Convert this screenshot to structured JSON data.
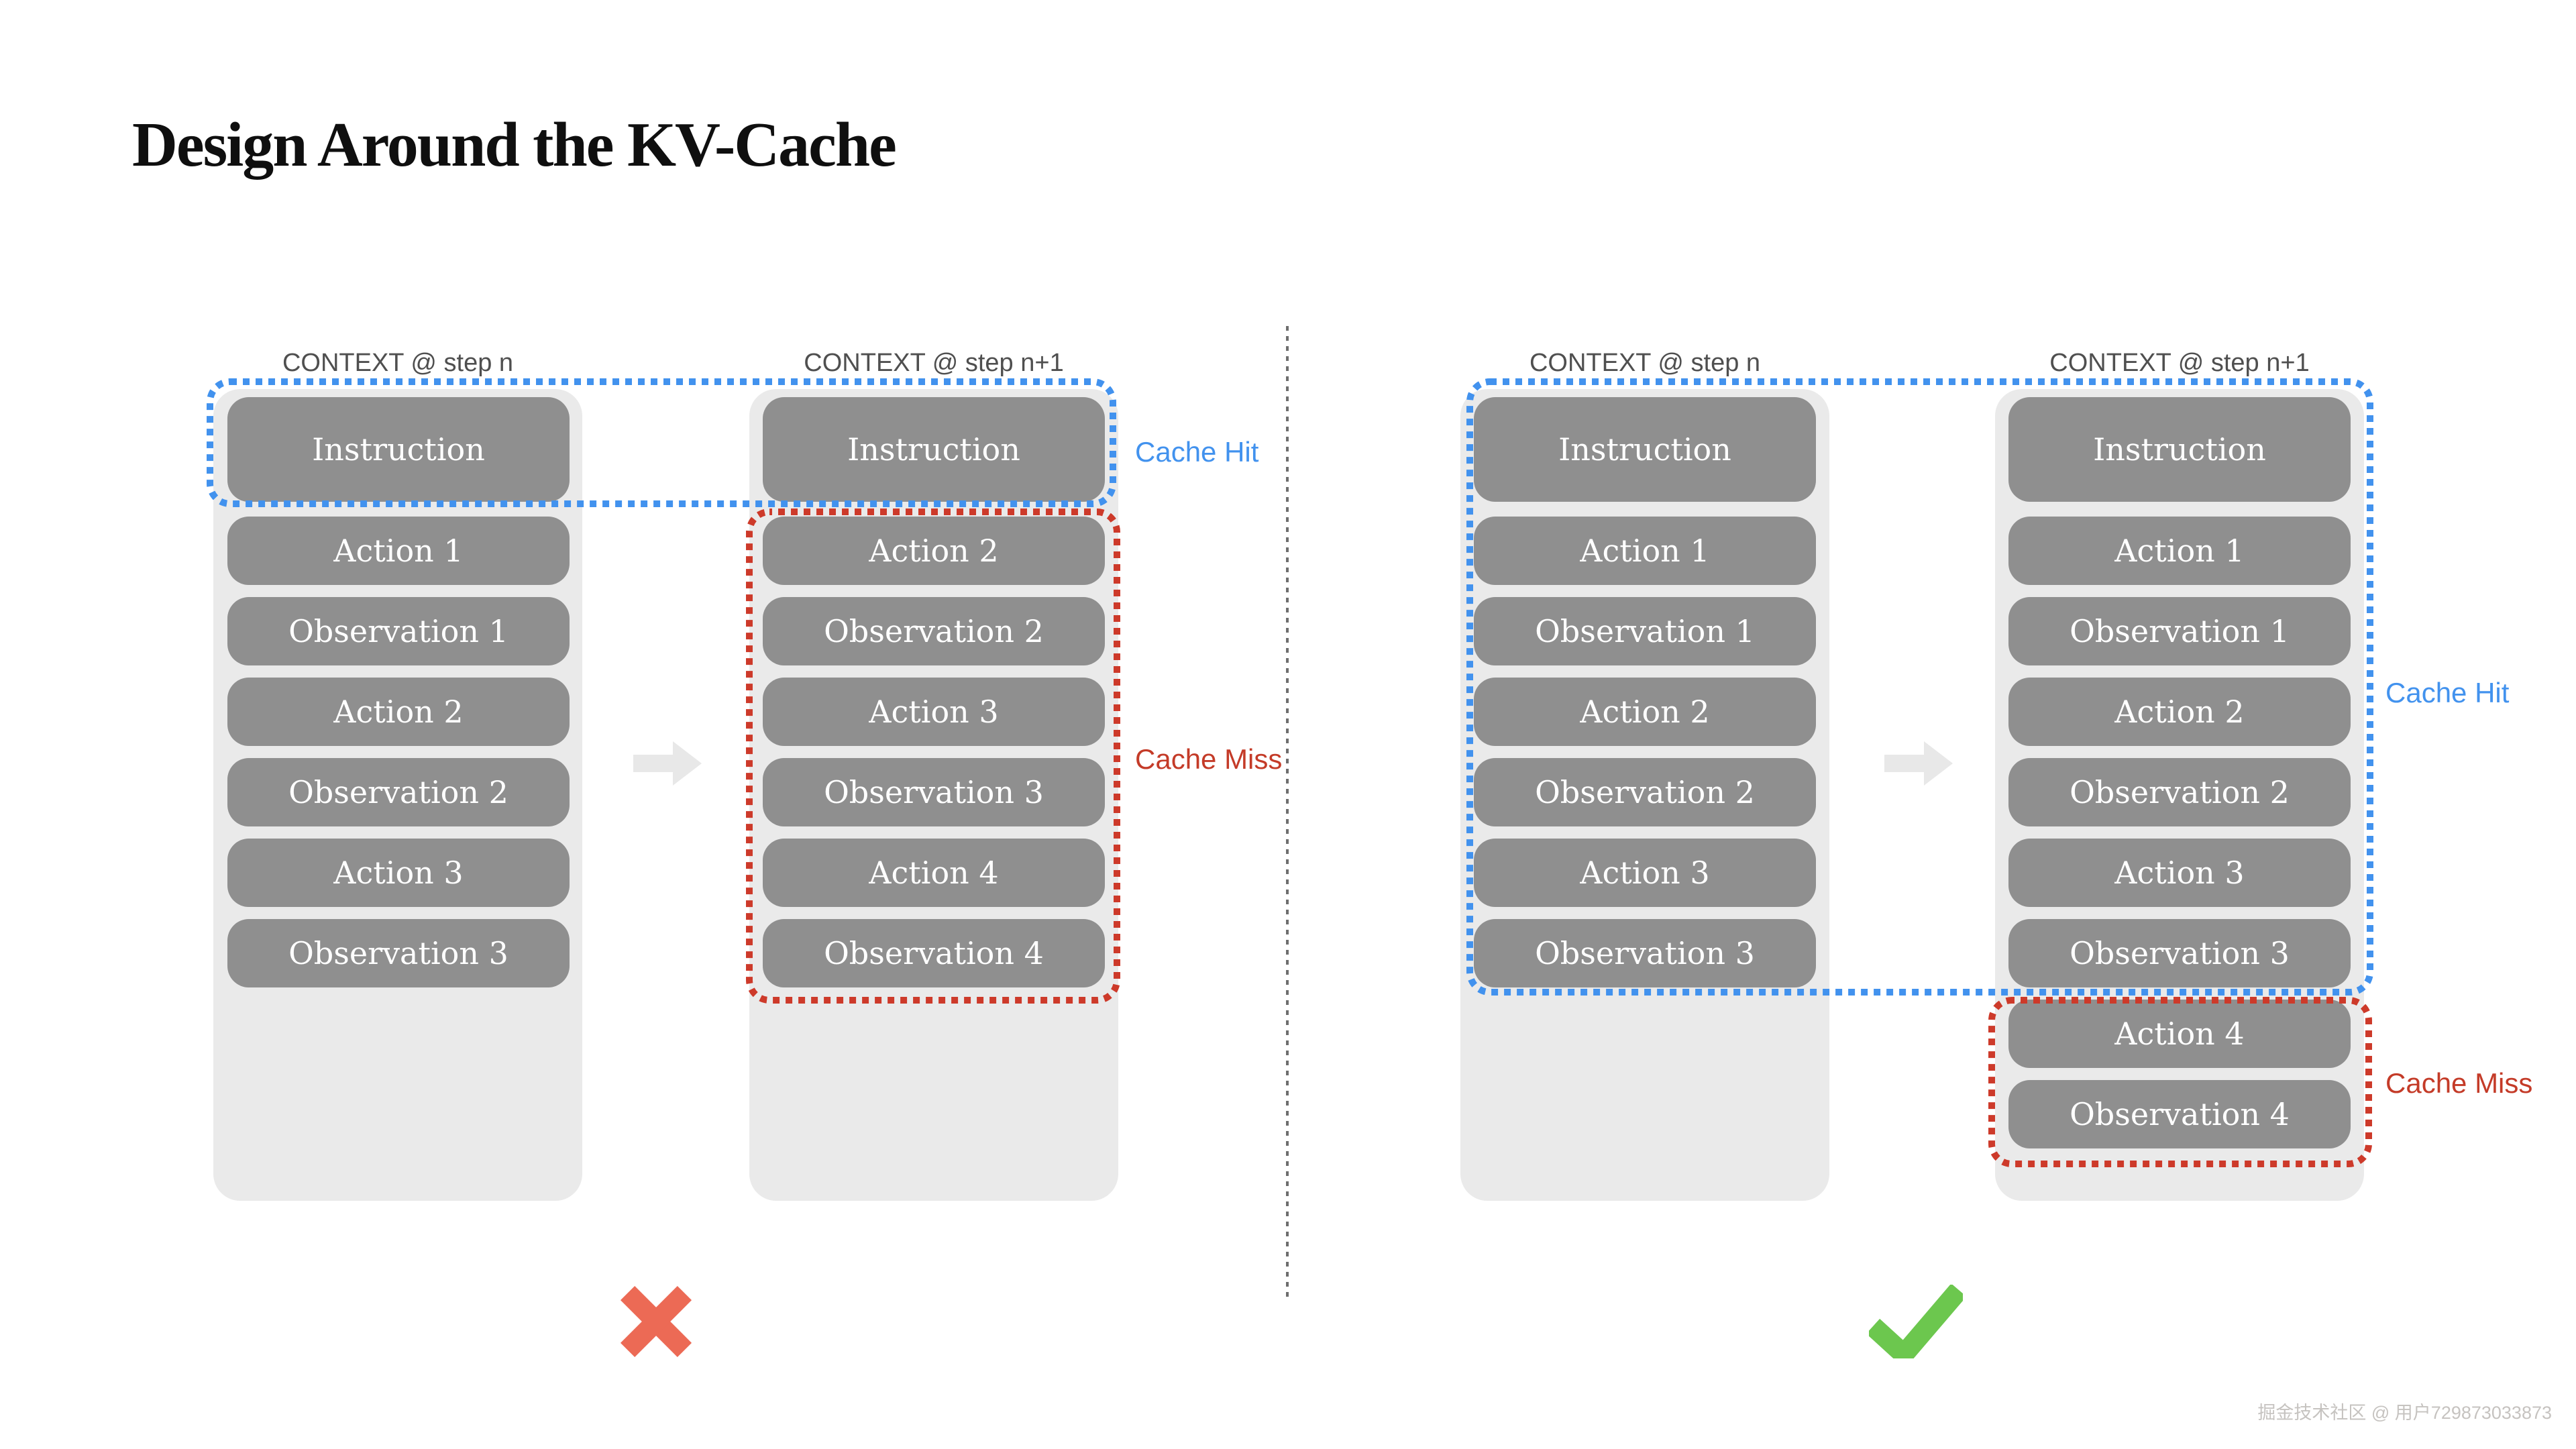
{
  "title": "Design Around the KV-Cache",
  "panels": {
    "left": {
      "verdict": "wrong",
      "col1": {
        "header": "CONTEXT @ step n",
        "items": [
          "Instruction",
          "Action 1",
          "Observation 1",
          "Action 2",
          "Observation 2",
          "Action 3",
          "Observation 3"
        ]
      },
      "col2": {
        "header": "CONTEXT @ step n+1",
        "items": [
          "Instruction",
          "Action 2",
          "Observation 2",
          "Action 3",
          "Observation 3",
          "Action 4",
          "Observation 4"
        ]
      },
      "cache_hit": "Cache Hit",
      "cache_miss": "Cache Miss"
    },
    "right": {
      "verdict": "correct",
      "col1": {
        "header": "CONTEXT @ step n",
        "items": [
          "Instruction",
          "Action 1",
          "Observation 1",
          "Action 2",
          "Observation 2",
          "Action 3",
          "Observation 3"
        ]
      },
      "col2": {
        "header": "CONTEXT @ step n+1",
        "items": [
          "Instruction",
          "Action 1",
          "Observation 1",
          "Action 2",
          "Observation 2",
          "Action 3",
          "Observation 3",
          "Action 4",
          "Observation 4"
        ]
      },
      "cache_hit": "Cache Hit",
      "cache_miss": "Cache Miss"
    }
  },
  "icons": {
    "wrong": "cross-icon",
    "correct": "check-icon",
    "transition": "right-arrow-icon"
  },
  "colors": {
    "cache_hit_blue": "#4292ee",
    "cache_miss_red": "#cd3a2a",
    "block_gray": "#8f8f8f",
    "column_bg": "#eaeaea",
    "cross_red": "#ec6a55",
    "check_green": "#6cc74e"
  },
  "watermark": "掘金技术社区 @ 用户729873033873"
}
